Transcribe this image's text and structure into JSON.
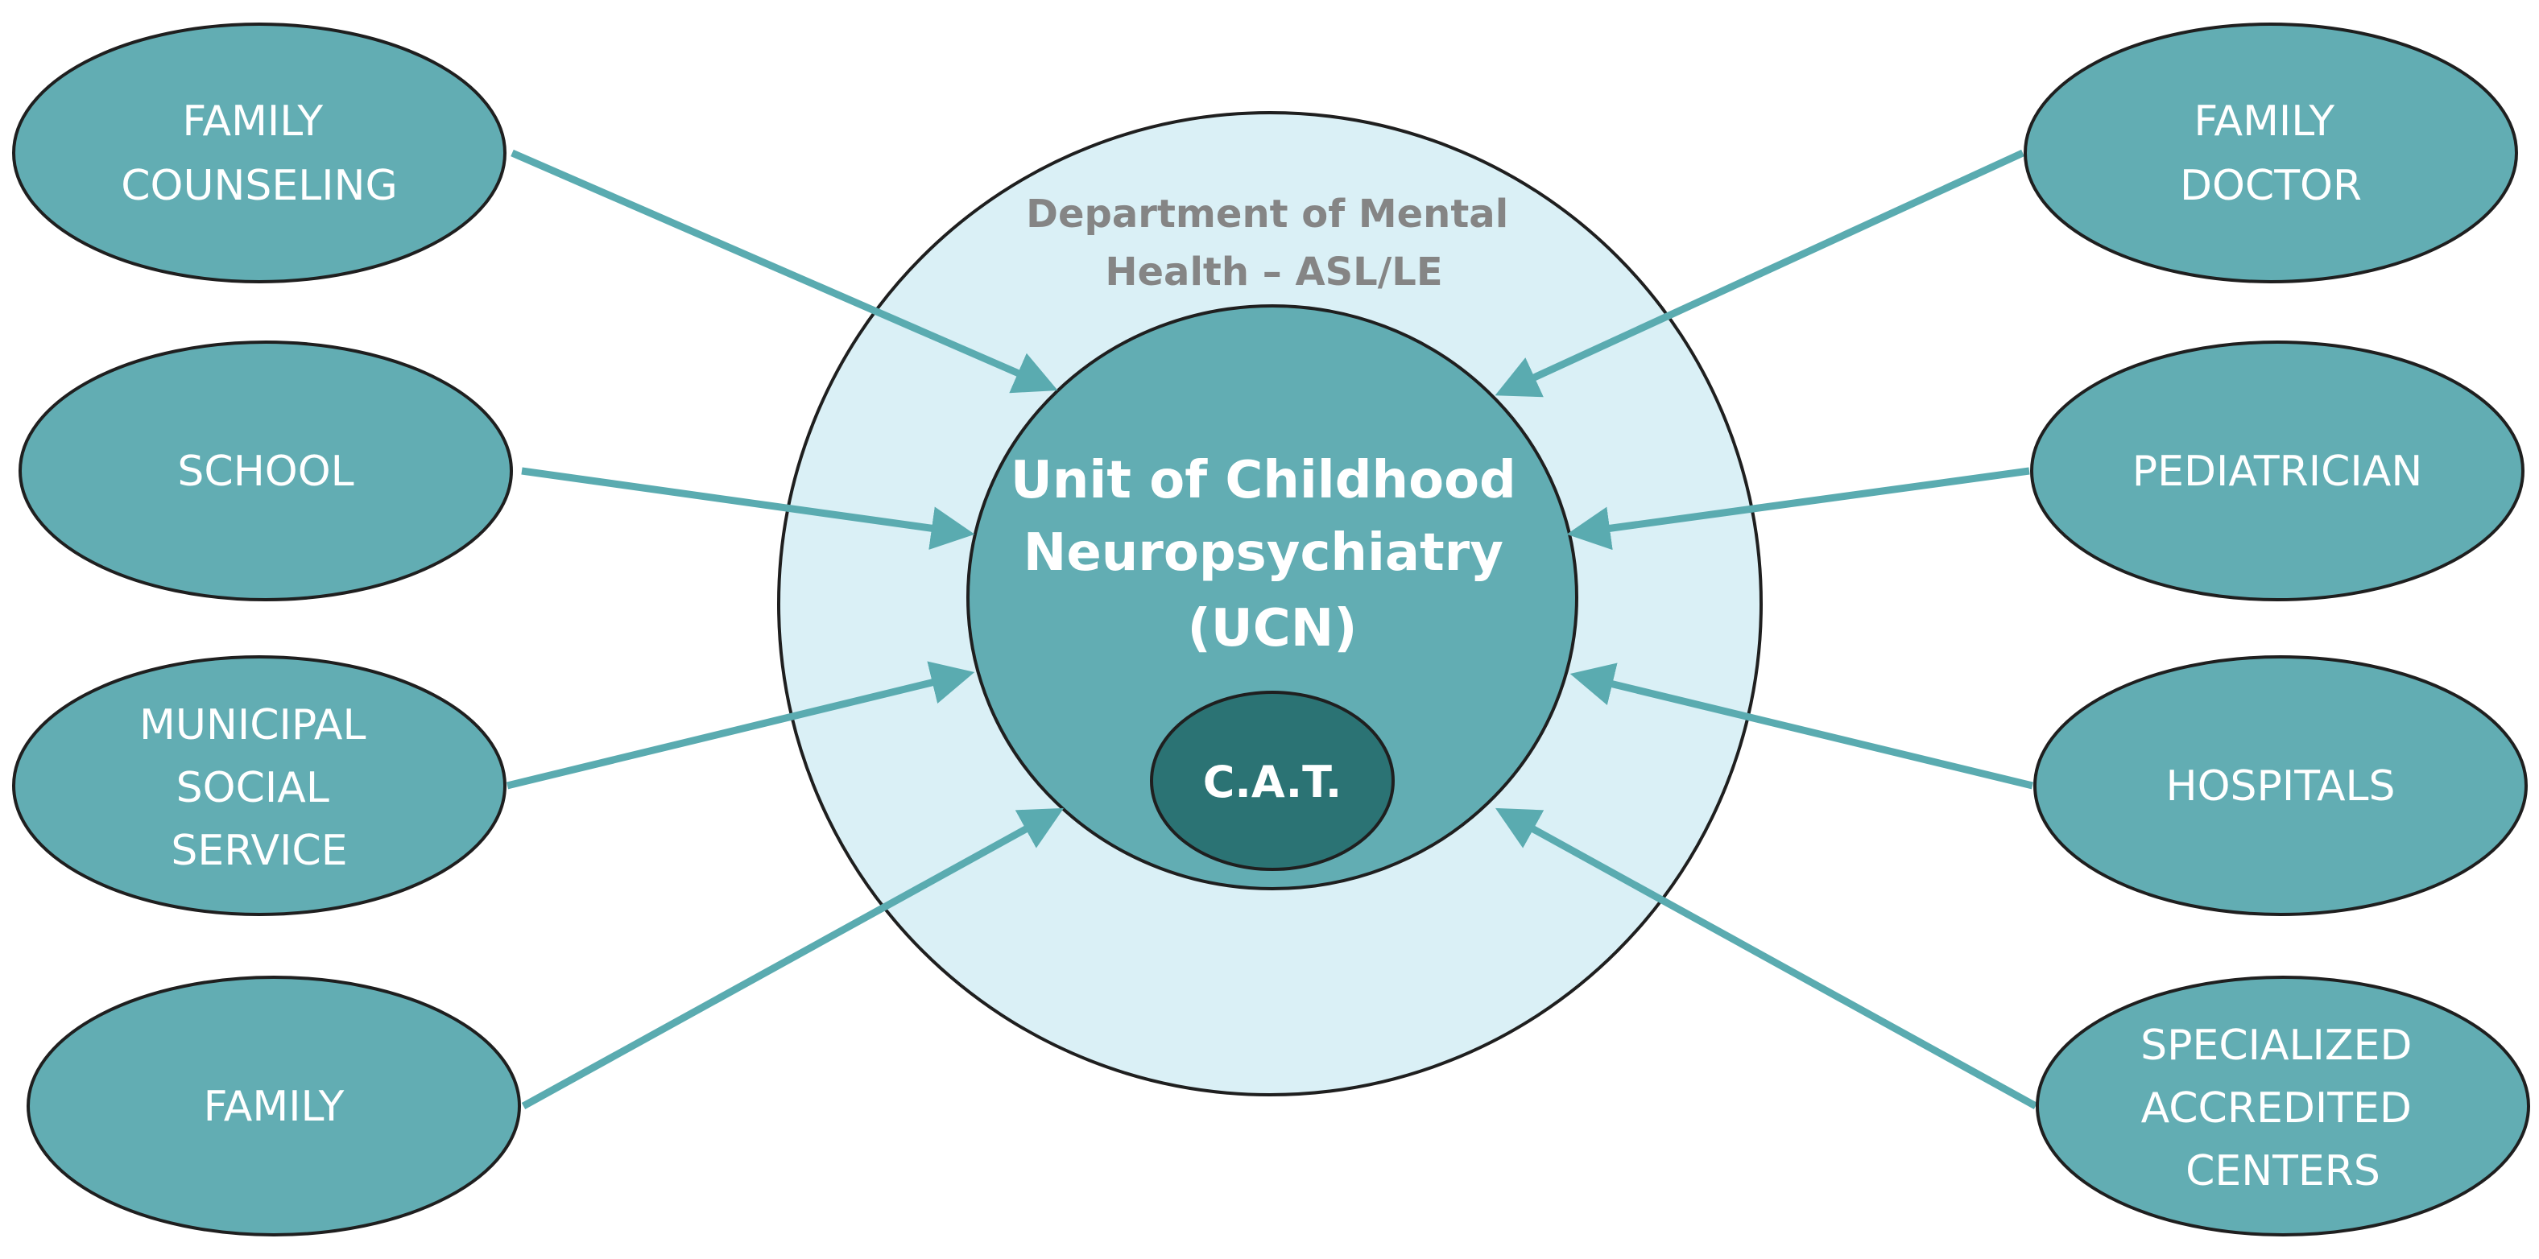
{
  "colors": {
    "node_fill": "#62adb3",
    "outer_circle_fill": "#daf0f6",
    "inner_circle_fill": "#62adb3",
    "cat_fill": "#2b7374",
    "outline": "#1f1f1f",
    "arrow": "#5aabb0",
    "department_text": "#858585",
    "node_text": "#ffffff"
  },
  "department": {
    "line1": "Department of Mental",
    "line2": "Health – ASL/LE"
  },
  "ucn": {
    "line1": "Unit of Childhood",
    "line2": "Neuropsychiatry",
    "line3": "(UCN)"
  },
  "cat": {
    "label": "C.A.T."
  },
  "left_nodes": [
    {
      "lines": [
        "FAMILY",
        "COUNSELING"
      ]
    },
    {
      "lines": [
        "SCHOOL"
      ]
    },
    {
      "lines": [
        "MUNICIPAL",
        "SOCIAL",
        "SERVICE"
      ]
    },
    {
      "lines": [
        "FAMILY"
      ]
    }
  ],
  "right_nodes": [
    {
      "lines": [
        "FAMILY",
        "DOCTOR"
      ]
    },
    {
      "lines": [
        "PEDIATRICIAN"
      ]
    },
    {
      "lines": [
        "HOSPITALS"
      ]
    },
    {
      "lines": [
        "SPECIALIZED",
        "ACCREDITED",
        "CENTERS"
      ]
    }
  ]
}
